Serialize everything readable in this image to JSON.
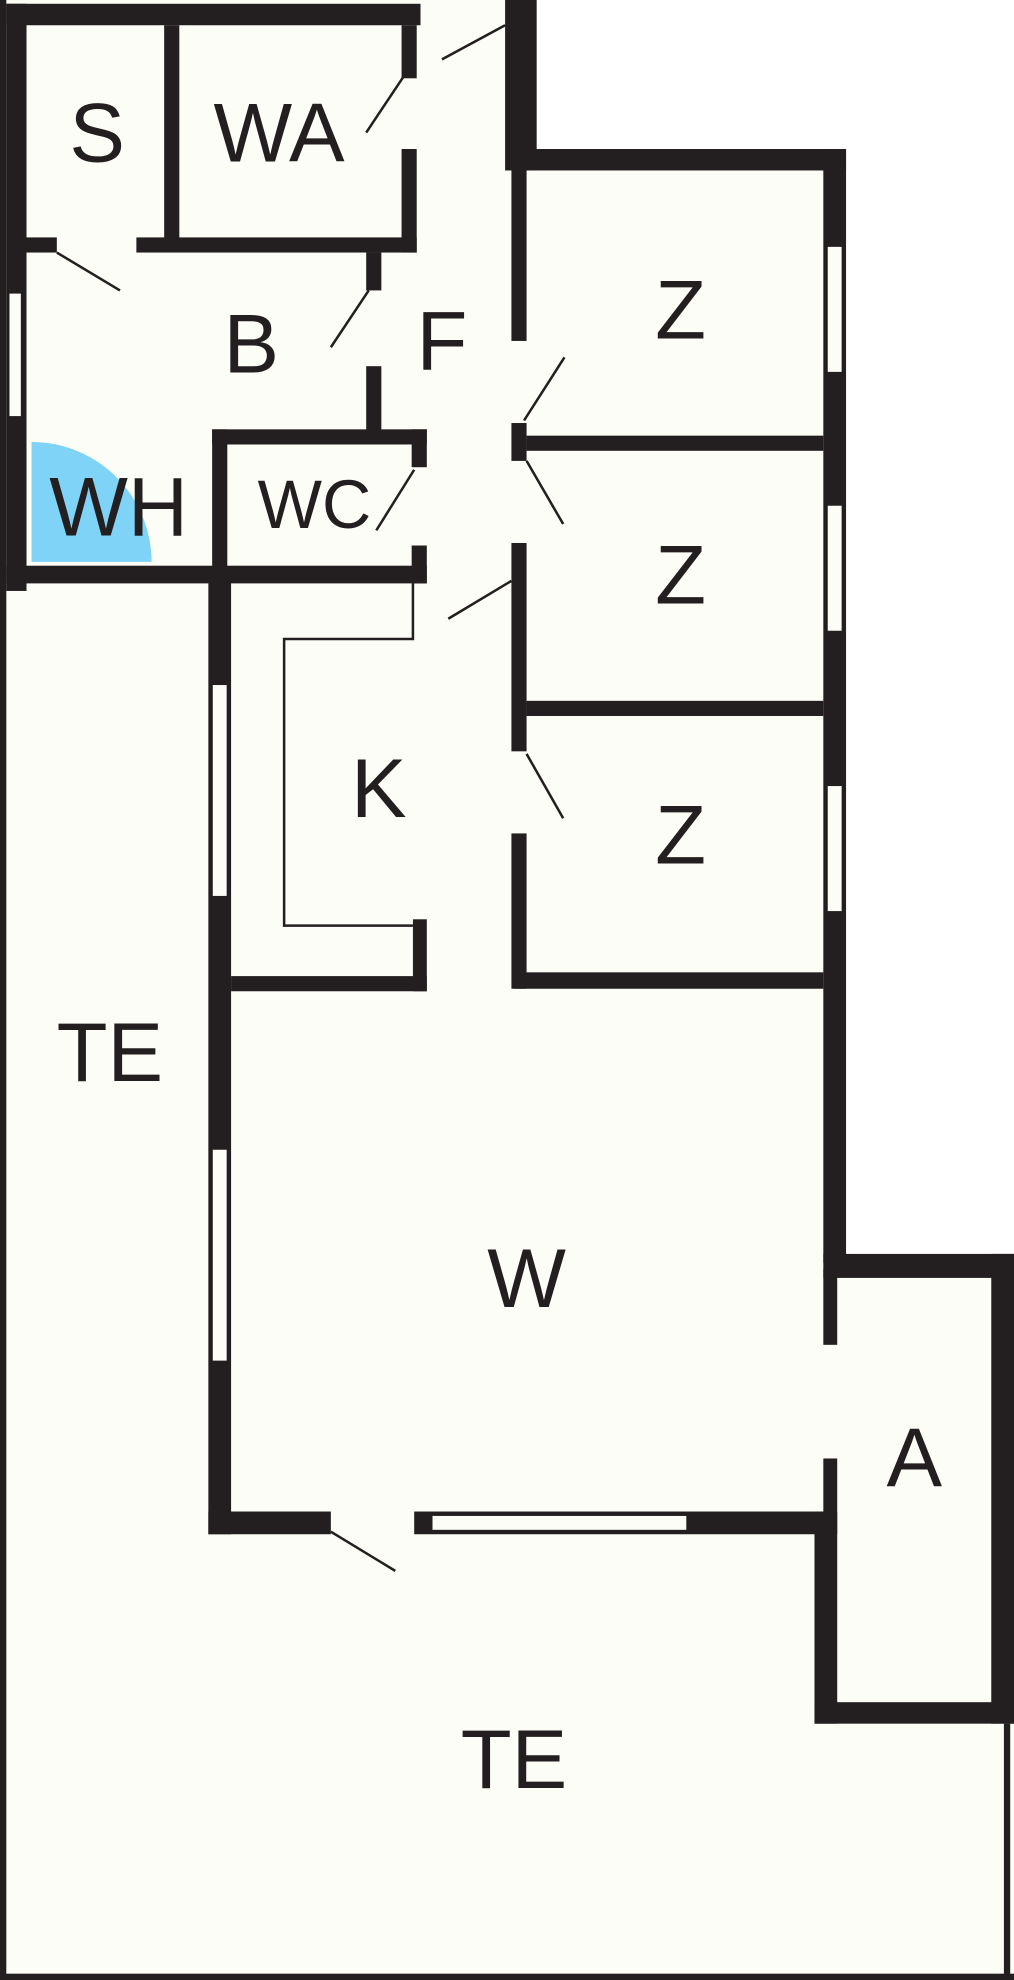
{
  "floor_plan": {
    "rooms": {
      "s": "S",
      "wa": "WA",
      "b": "B",
      "f": "F",
      "wh": "WH",
      "wc": "WC",
      "z1": "Z",
      "z2": "Z",
      "z3": "Z",
      "k": "K",
      "te_left": "TE",
      "w": "W",
      "a": "A",
      "te_bottom": "TE"
    },
    "colors": {
      "wall": "#231f20",
      "floor": "#fdfdf7",
      "outside": "#ffffff",
      "heater": "#7fd3f7"
    }
  }
}
